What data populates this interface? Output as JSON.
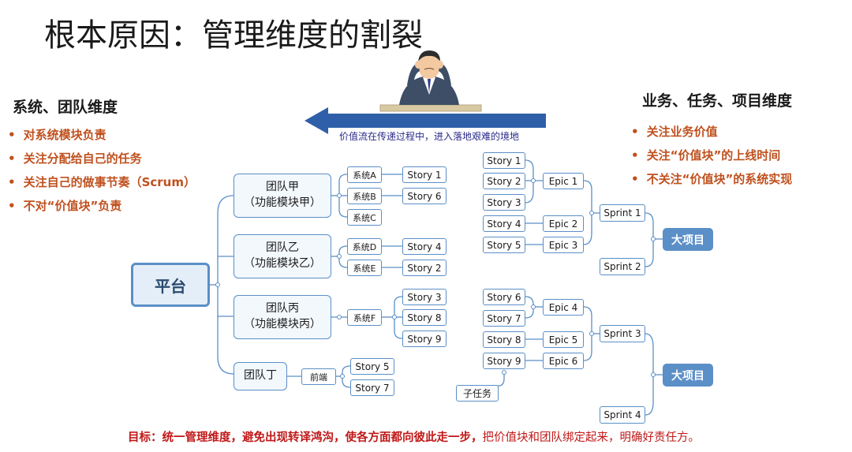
{
  "title": "根本原因：管理维度的割裂",
  "left_heading": "系统、团队维度",
  "left_bullets": [
    "对系统模块负责",
    "关注分配给自己的任务",
    "关注自己的做事节奏（Scrum）",
    "不对“价值块”负责"
  ],
  "right_heading": "业务、任务、项目维度",
  "right_bullets": [
    "关注业务价值",
    "关注“价值块”的上线时间",
    "不关注“价值块”的系统实现"
  ],
  "arrow_caption": "价值流在传递过程中，进入落地艰难的境地",
  "bottom_note_bold": "目标：统一管理维度，避免出现转译鸿沟，使各方面都向彼此走一步，",
  "bottom_note_rest": "把价值块和团队绑定起来，明确好责任方。",
  "diagram": {
    "platform": "平台",
    "teams": [
      "团队甲\n（功能模块甲）",
      "团队乙\n（功能模块乙）",
      "团队丙\n（功能模块丙）",
      "团队丁"
    ],
    "systems": [
      "系统A",
      "系统B",
      "系统C",
      "系统D",
      "系统E",
      "系统F",
      "前端"
    ],
    "left_stories": [
      "Story 1",
      "Story 6",
      "Story 4",
      "Story 2",
      "Story 3",
      "Story 8",
      "Story 9",
      "Story 5",
      "Story 7"
    ],
    "right_stories": [
      "Story 1",
      "Story 2",
      "Story 3",
      "Story 4",
      "Story 5",
      "Story 6",
      "Story 7",
      "Story 8",
      "Story 9"
    ],
    "epics": [
      "Epic 1",
      "Epic 2",
      "Epic 3",
      "Epic 4",
      "Epic 5",
      "Epic 6"
    ],
    "sprints": [
      "Sprint 1",
      "Sprint 2",
      "Sprint 3",
      "Sprint 4"
    ],
    "big_projects": [
      "大项目",
      "大项目"
    ],
    "subtask": "子任务"
  },
  "colors": {
    "box_border": "#5b8fc7",
    "bullet_text": "#c0501e",
    "bottom_text": "#c01818",
    "arrow": "#2f5fa8"
  }
}
